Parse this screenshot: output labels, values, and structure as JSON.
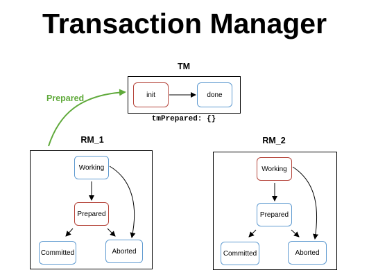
{
  "title": "Transaction Manager",
  "tm": {
    "label": "TM",
    "states": {
      "init": "init",
      "done": "done"
    },
    "variable": "tmPrepared: {}"
  },
  "transition_label": "Prepared",
  "rm1": {
    "label": "RM_1",
    "states": {
      "working": "Working",
      "prepared": "Prepared",
      "committed": "Committed",
      "aborted": "Aborted"
    }
  },
  "rm2": {
    "label": "RM_2",
    "states": {
      "working": "Working",
      "prepared": "Prepared",
      "committed": "Committed",
      "aborted": "Aborted"
    }
  },
  "colors": {
    "current_state": "#b5443a",
    "other_state": "#5e9ad0",
    "transition_arrow": "#5fa93a"
  }
}
